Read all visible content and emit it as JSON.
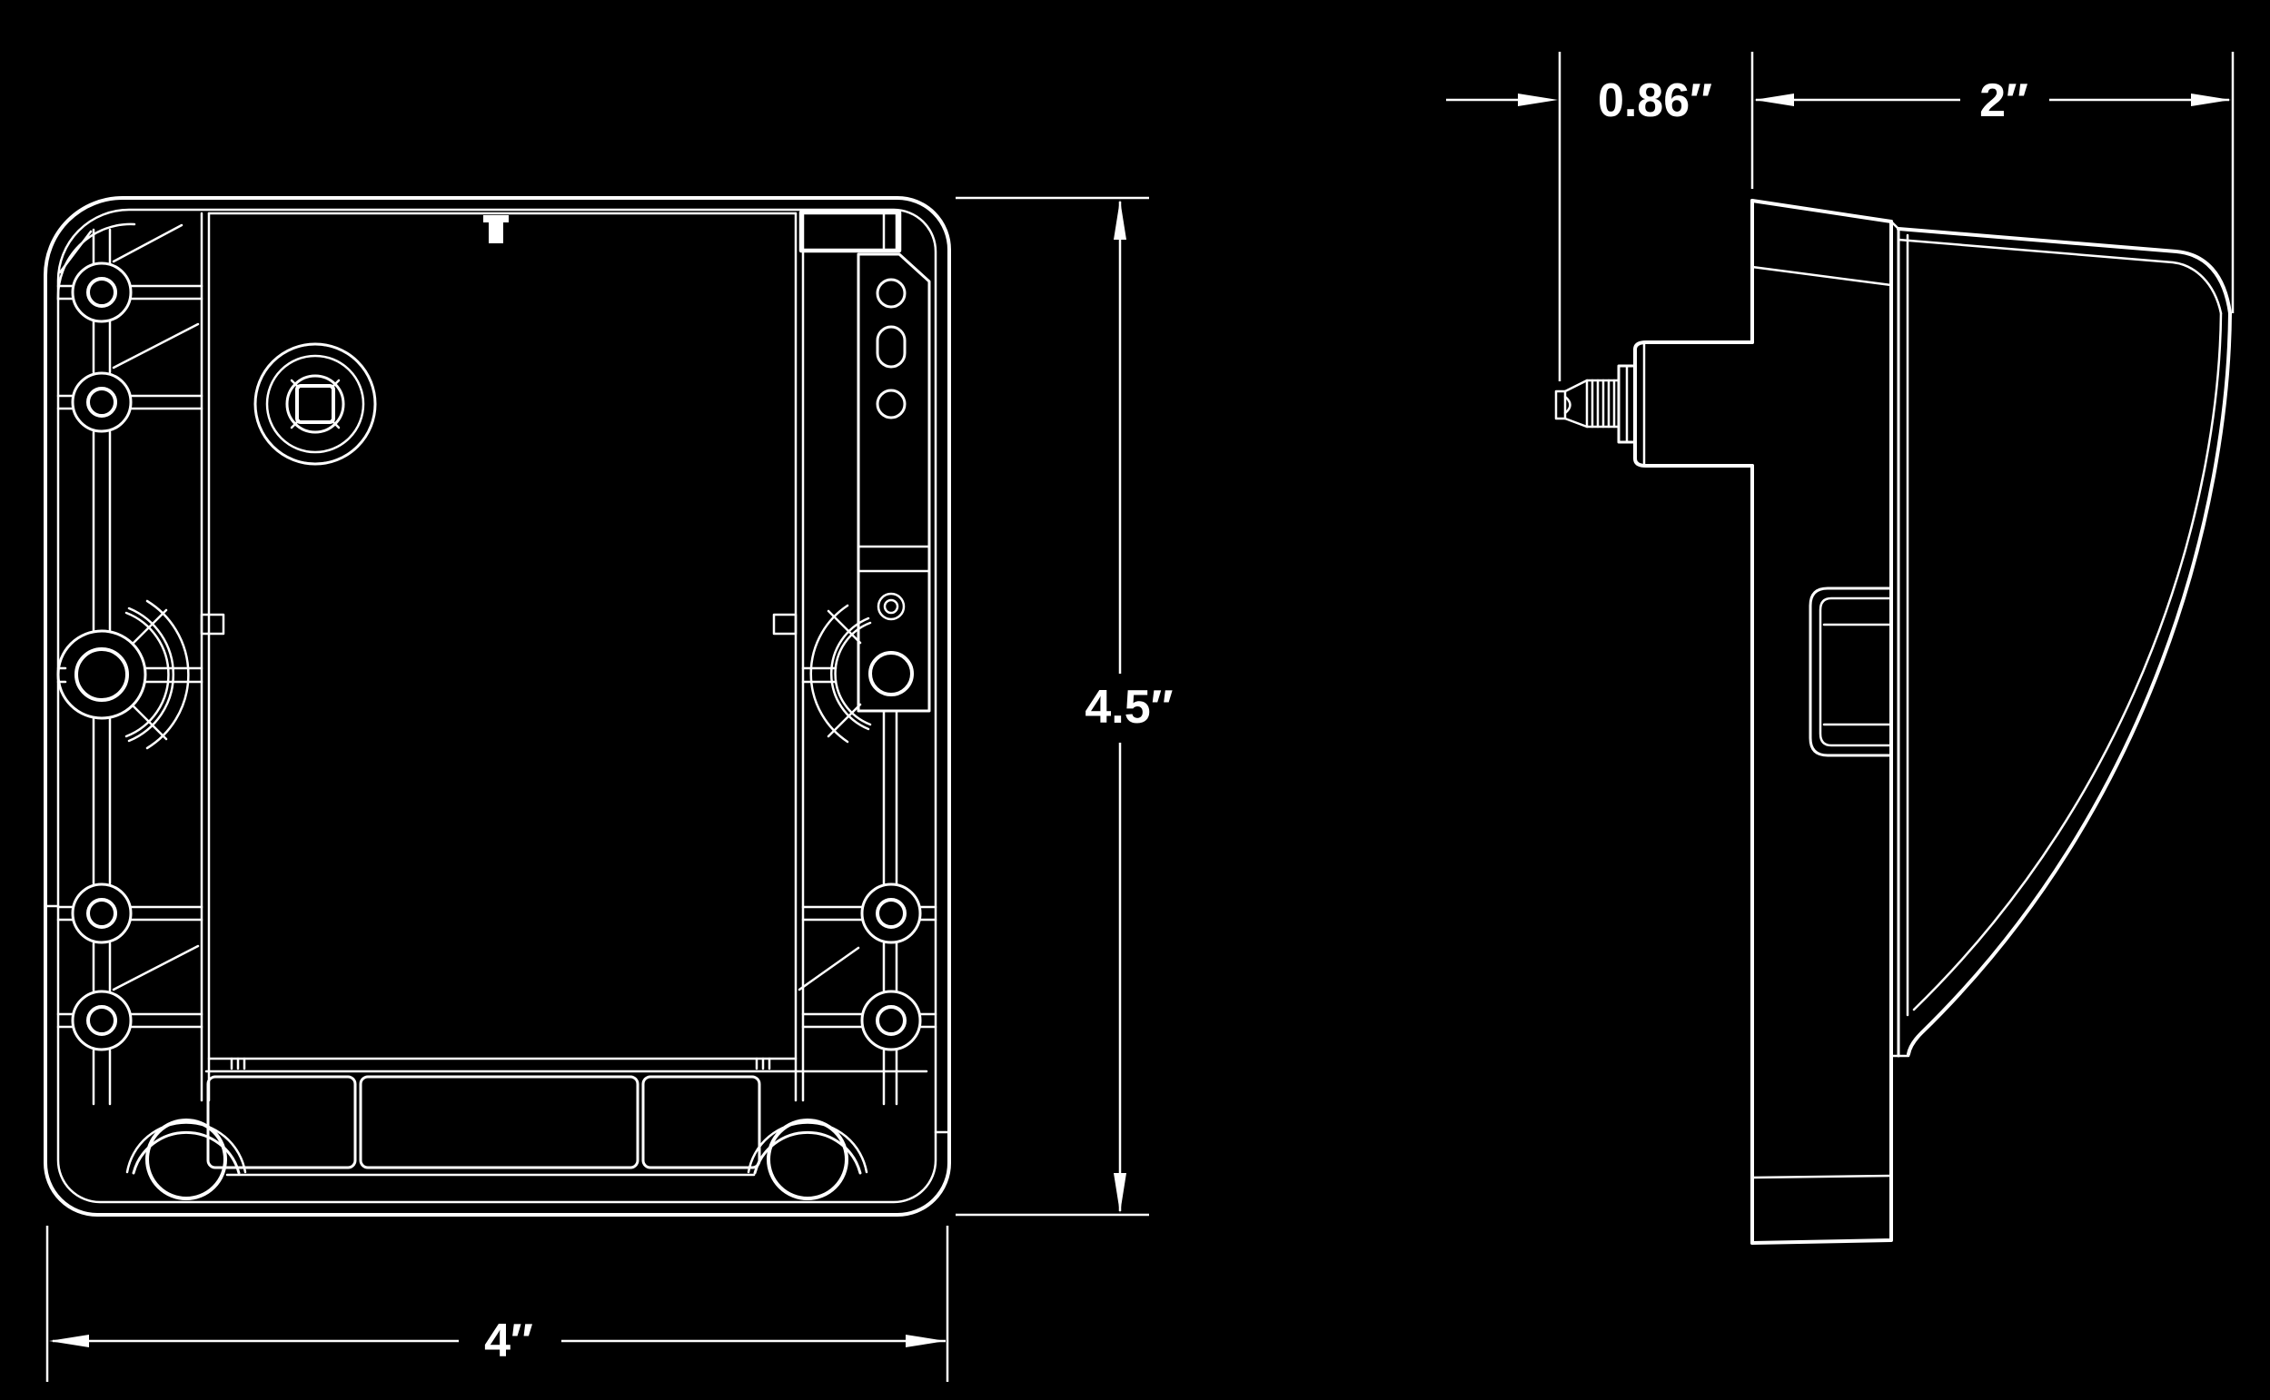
{
  "drawing": {
    "type": "engineering-dimension-drawing",
    "colors": {
      "background": "#000000",
      "line_color": "#ffffff"
    },
    "dimensions": {
      "height": "4.5″",
      "width": "4″",
      "stud_projection": "0.86″",
      "housing_depth": "2″"
    }
  }
}
